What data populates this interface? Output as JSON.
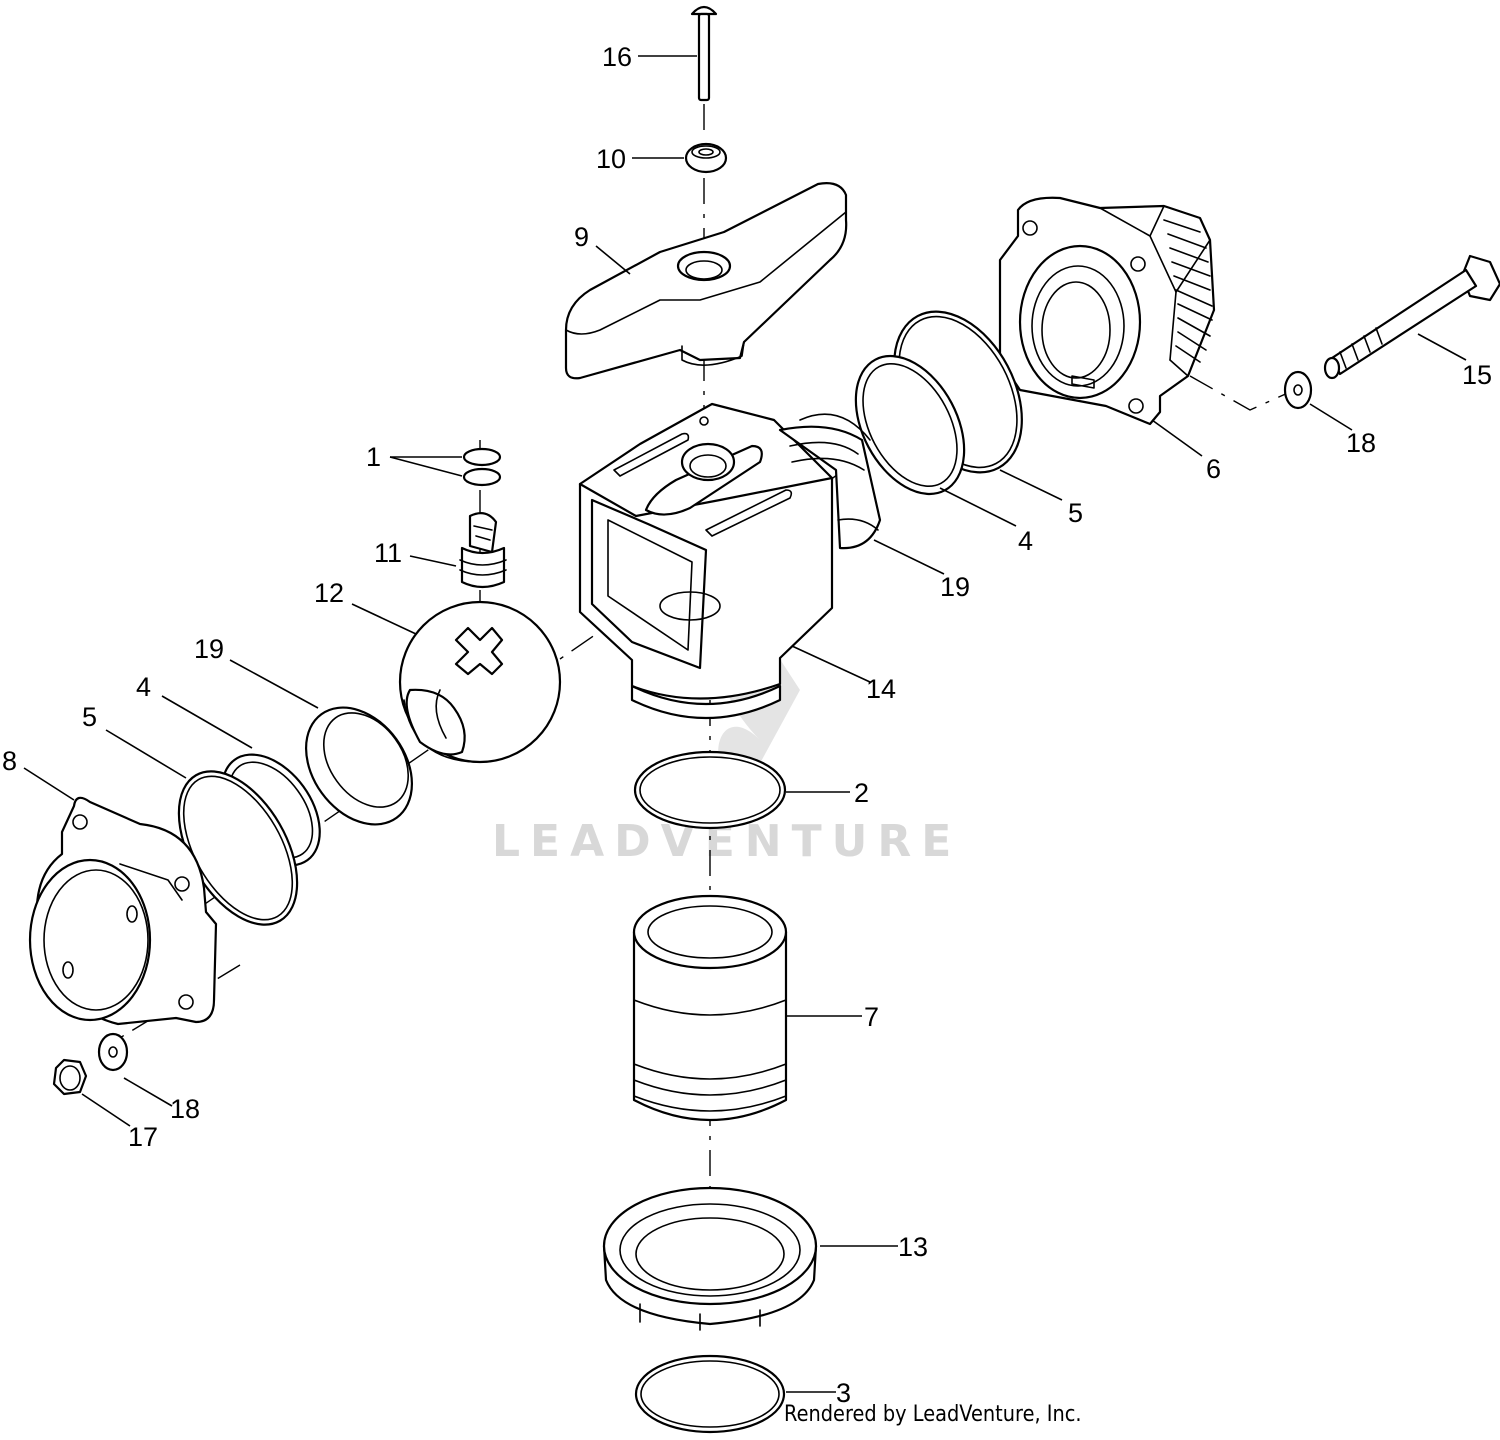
{
  "callouts": {
    "c1": "1",
    "c2": "2",
    "c3": "3",
    "c4_left": "4",
    "c4_right": "4",
    "c5_left": "5",
    "c5_right": "5",
    "c6": "6",
    "c7": "7",
    "c8": "8",
    "c9": "9",
    "c10": "10",
    "c11": "11",
    "c12": "12",
    "c13": "13",
    "c14": "14",
    "c15": "15",
    "c16": "16",
    "c17": "17",
    "c18_left": "18",
    "c18_right": "18",
    "c19_left": "19",
    "c19_right": "19"
  },
  "watermark": "LEADVENTURE",
  "credit": "Rendered by LeadVenture, Inc."
}
